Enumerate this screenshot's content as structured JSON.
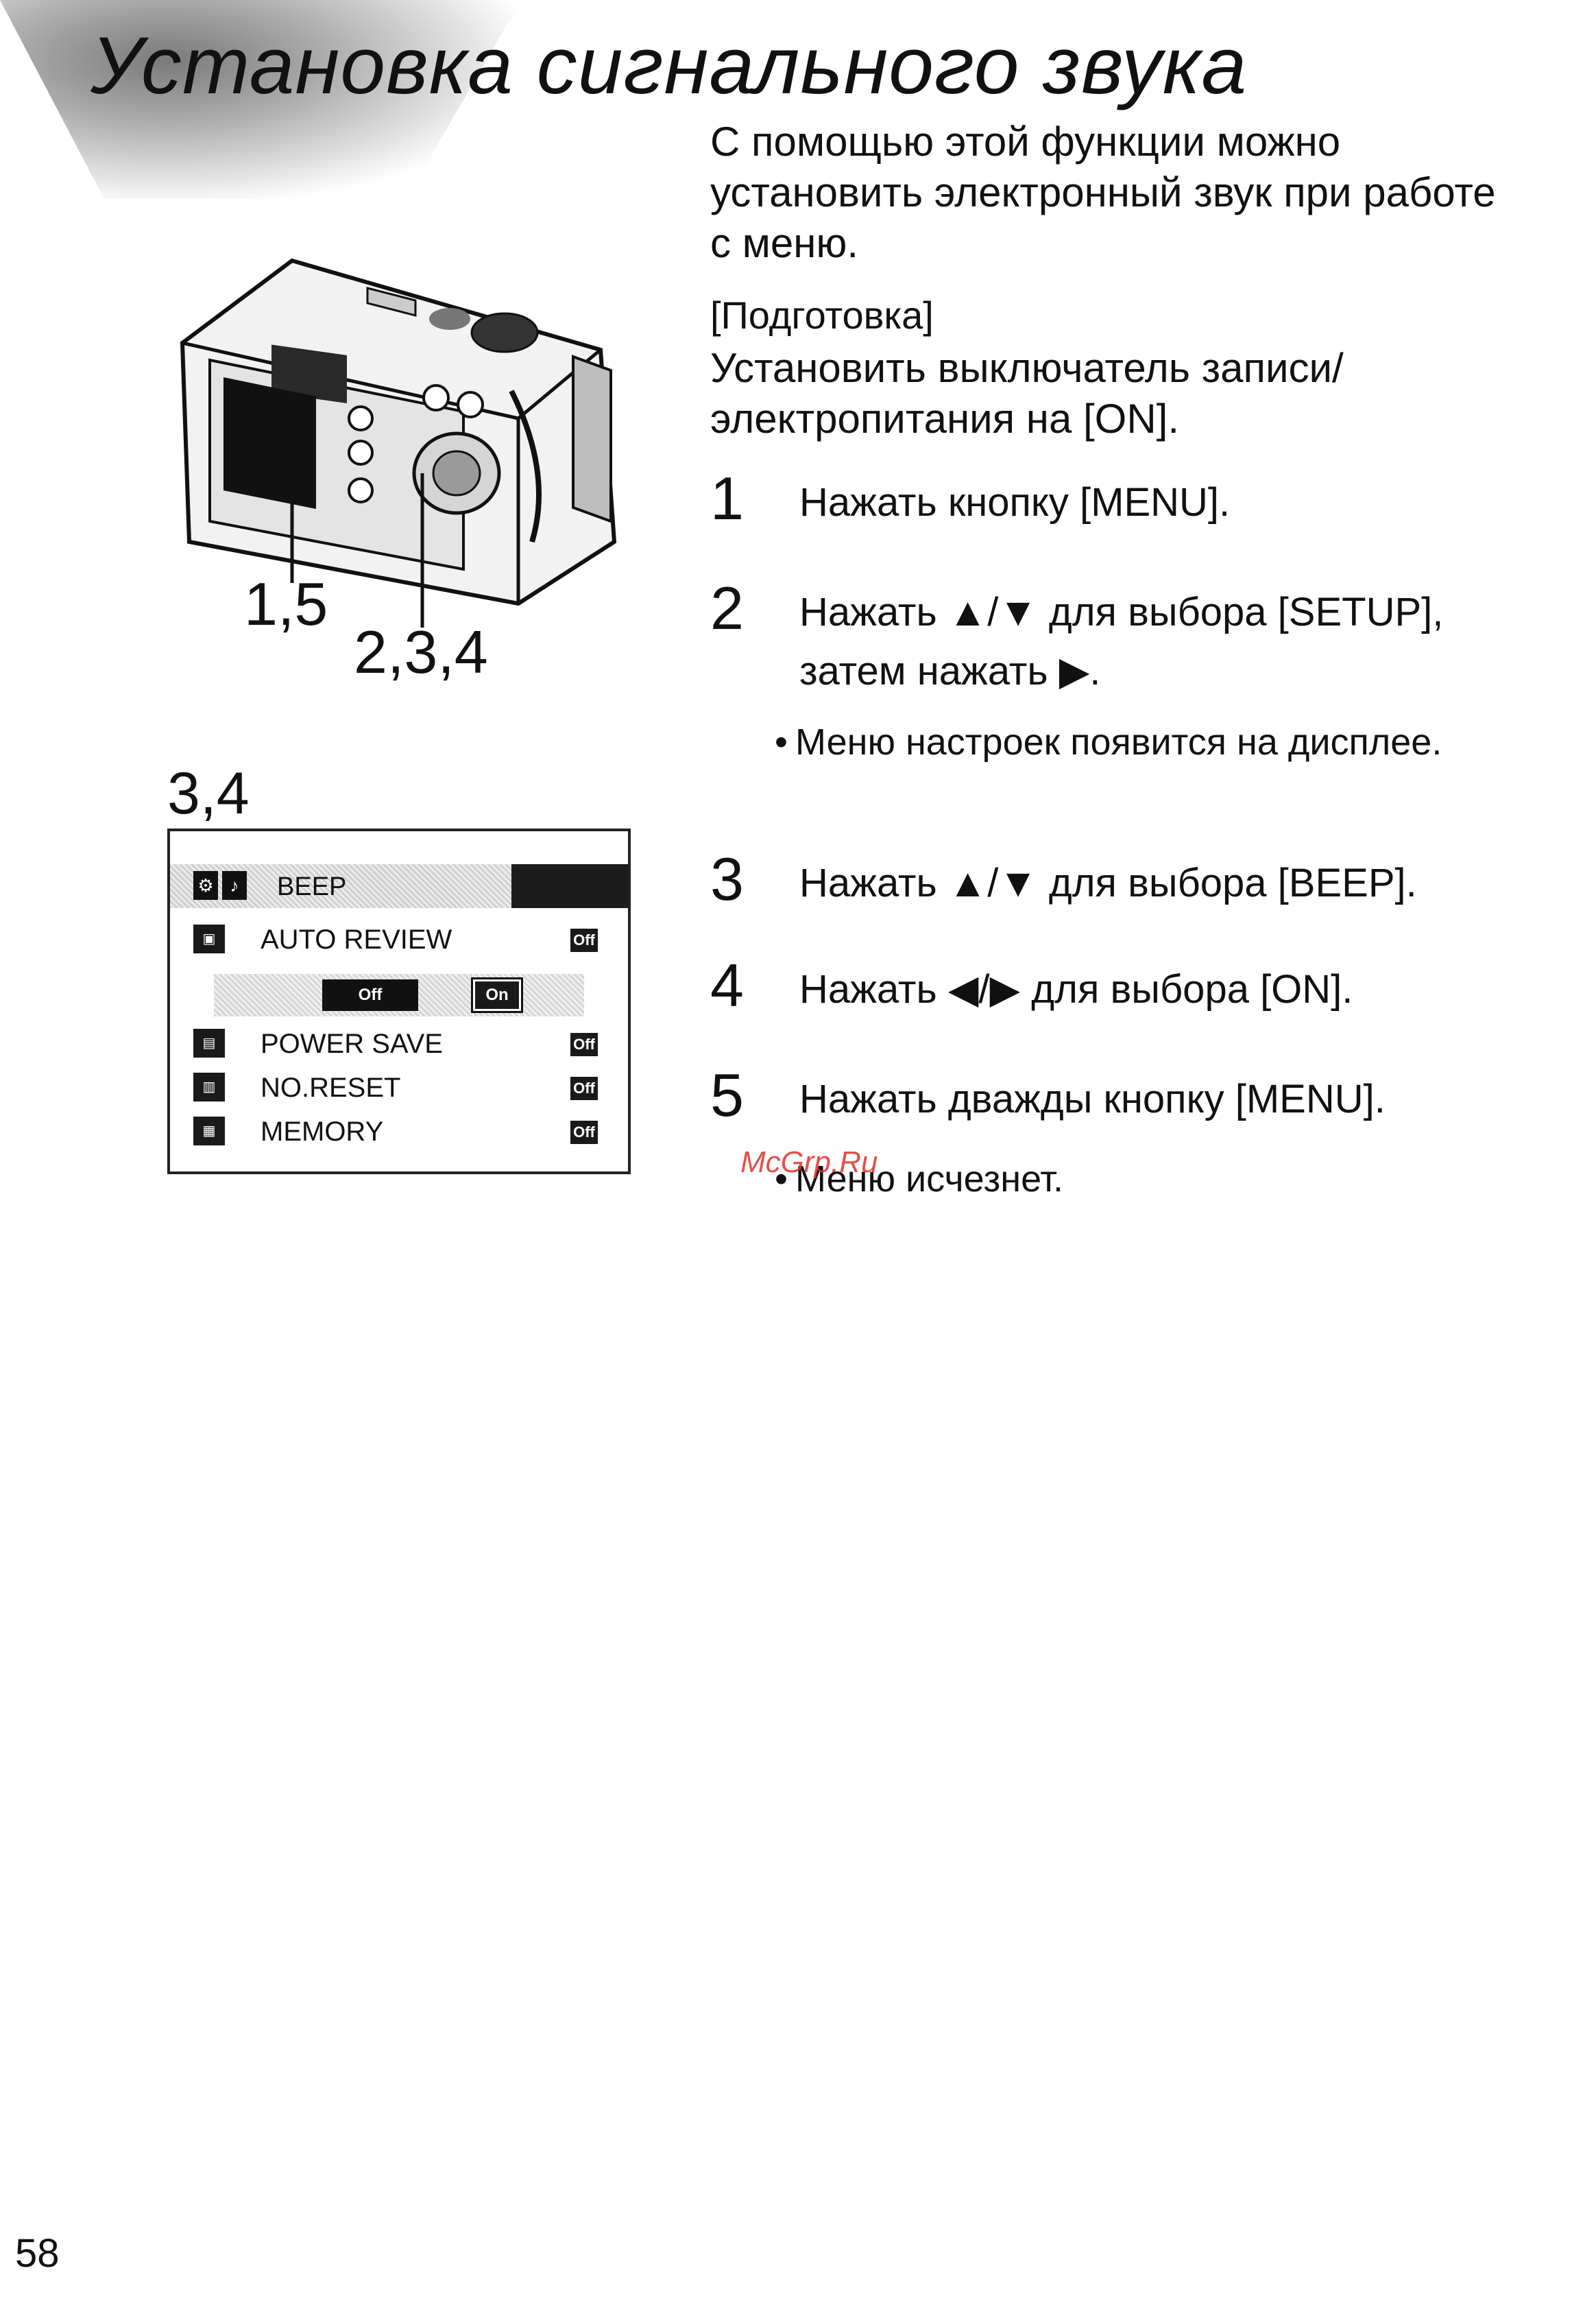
{
  "header": {
    "title": "Установка сигнального звука"
  },
  "intro": "С помощью этой функции можно установить электронный звук при работе с меню.",
  "preparation": {
    "label": "[Подготовка]",
    "text": "Установить выключатель записи/ электропитания на [ON]."
  },
  "camera_callouts": {
    "left": "1,5",
    "right": "2,3,4"
  },
  "menu_screen": {
    "caption": "3,4",
    "header_label": "BEEP",
    "items": [
      {
        "label": "AUTO REVIEW",
        "value": "Off"
      },
      {
        "label": "POWER SAVE",
        "value": "Off"
      },
      {
        "label": "NO.RESET",
        "value": "Off"
      },
      {
        "label": "MEMORY",
        "value": "Off"
      }
    ],
    "beep_options": {
      "off": "Off",
      "on": "On"
    }
  },
  "steps": [
    {
      "num": "1",
      "text": "Нажать кнопку [MENU]."
    },
    {
      "num": "2",
      "text": "Нажать ▲/▼ для выбора [SETUP], затем нажать ▶.",
      "note": "Меню настроек появится на дисплее."
    },
    {
      "num": "3",
      "text": "Нажать ▲/▼ для выбора [BEEP]."
    },
    {
      "num": "4",
      "text": "Нажать ◀/▶ для выбора [ON]."
    },
    {
      "num": "5",
      "text": "Нажать дважды кнопку [MENU].",
      "note": "Меню исчезнет."
    }
  ],
  "watermark": "McGrp.Ru",
  "page_number": "58"
}
